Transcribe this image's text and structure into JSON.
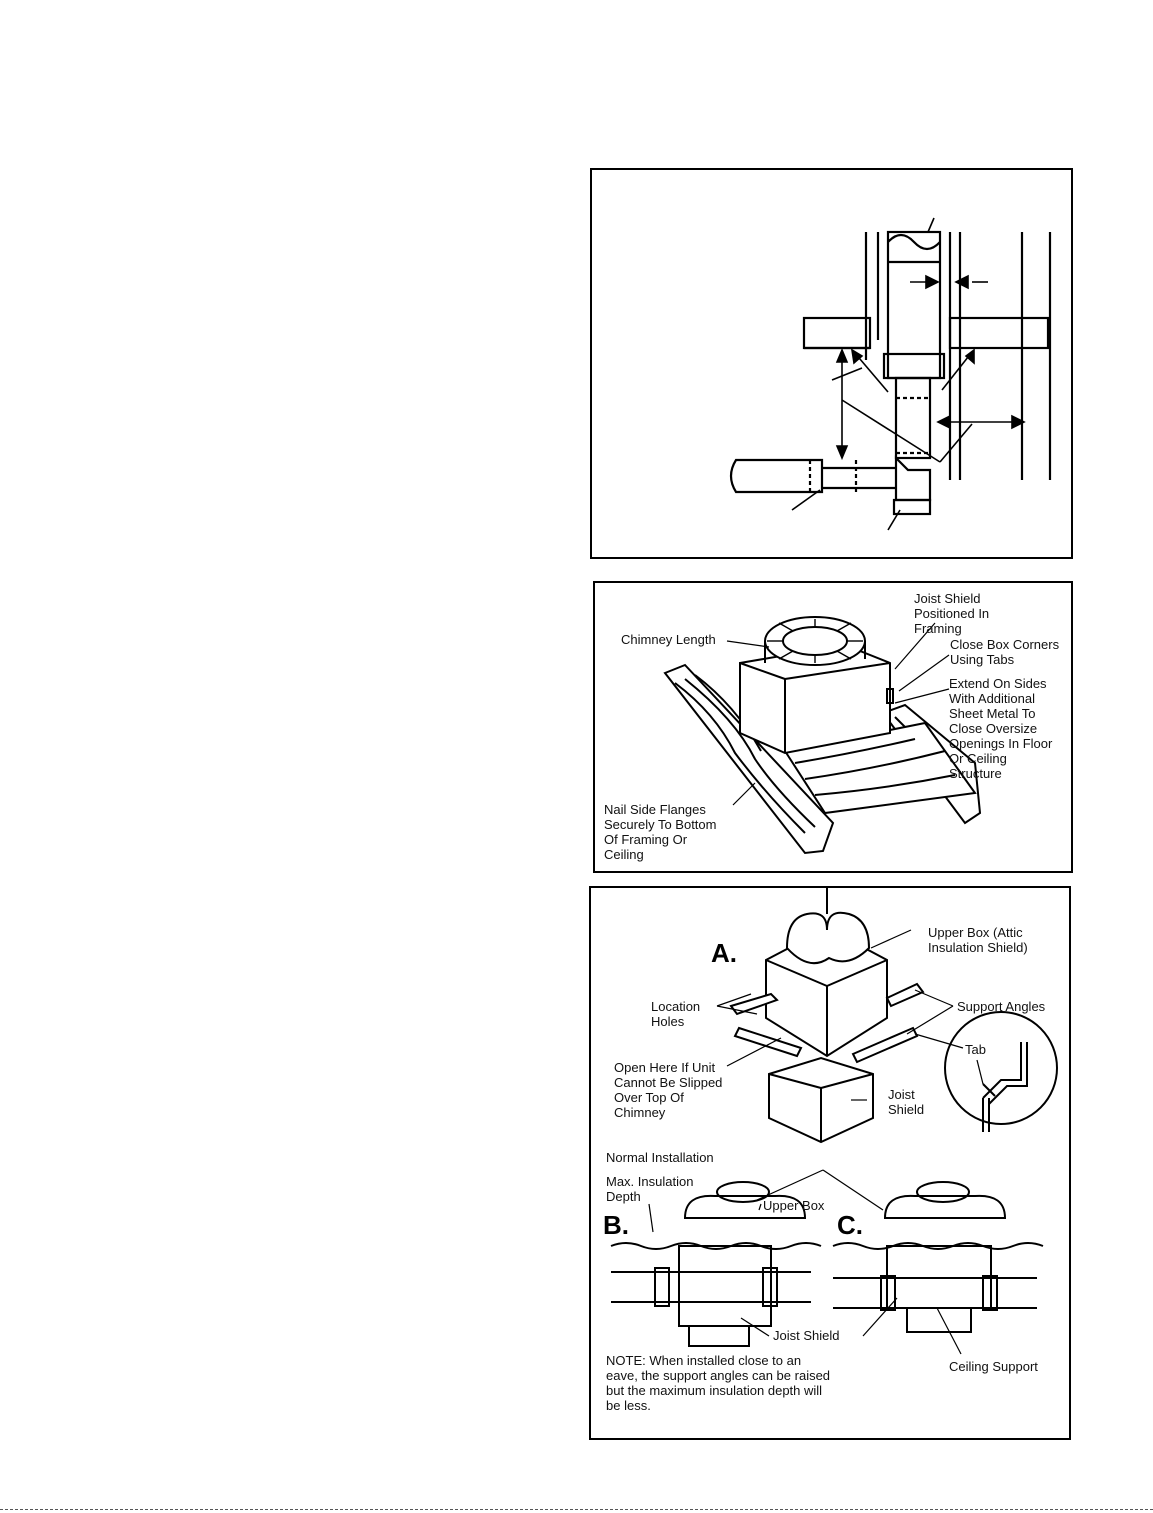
{
  "panel_joist_shield": {
    "chimney_length": "Chimney Length",
    "joist_shield_positioned": "Joist Shield\nPositioned In\nFraming",
    "close_box_corners": "Close Box Corners\nUsing Tabs",
    "extend_on_sides": "Extend On Sides\nWith Additional\nSheet Metal To\nClose Oversize\nOpenings In Floor\nOr Ceiling\nStructure",
    "nail_side_flanges": "Nail Side Flanges\nSecurely To Bottom\nOf Framing Or\nCeiling"
  },
  "panel_attic_shield": {
    "label_a": "A.",
    "label_b": "B.",
    "label_c": "C.",
    "upper_box_attic": "Upper Box (Attic\nInsulation Shield)",
    "location_holes": "Location\nHoles",
    "support_angles": "Support Angles",
    "tab": "Tab",
    "open_here": "Open Here If Unit\nCannot Be Slipped\nOver Top Of\nChimney",
    "joist_shield": "Joist\nShield",
    "normal_installation": "Normal Installation",
    "max_insulation": "Max. Insulation\nDepth",
    "upper_box": "Upper Box",
    "joist_shield_b": "Joist Shield",
    "ceiling_support": "Ceiling Support",
    "note": "NOTE: When installed close to an\neave, the support angles can be raised\nbut the maximum insulation depth will\nbe less."
  }
}
